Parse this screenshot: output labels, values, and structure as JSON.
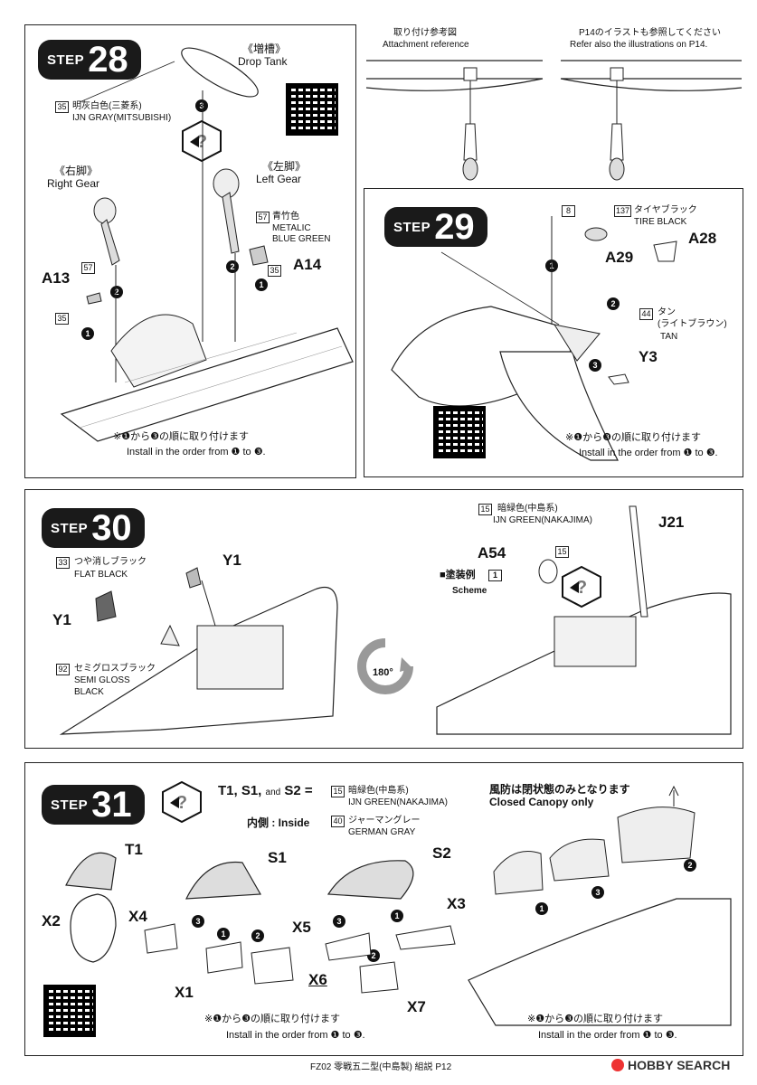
{
  "step28": {
    "label": "STEP",
    "number": "28",
    "drop_tank_jp": "《増槽》",
    "drop_tank_en": "Drop Tank",
    "paint35_num": "35",
    "paint35_jp": "明灰白色(三菱系)",
    "paint35_en": "IJN GRAY(MITSUBISHI)",
    "right_gear_jp": "《右脚》",
    "right_gear_en": "Right Gear",
    "left_gear_jp": "《左脚》",
    "left_gear_en": "Left Gear",
    "paint57_num": "57",
    "paint57_jp": "青竹色",
    "paint57_en1": "METALIC",
    "paint57_en2": "BLUE GREEN",
    "part_a13": "A13",
    "part_a14": "A14",
    "num57": "57",
    "num35": "35",
    "note_jp": "※❶から❸の順に取り付けます",
    "note_en": "Install in the order from ❶ to ❸."
  },
  "attach": {
    "title_jp": "取り付け参考図",
    "title_en": "Attachment reference",
    "ref_jp": "P14のイラストも参照してください",
    "ref_en": "Refer also the illustrations on P14."
  },
  "step29": {
    "label": "STEP",
    "number": "29",
    "num8": "8",
    "paint137_num": "137",
    "paint137_jp": "タイヤブラック",
    "paint137_en": "TIRE BLACK",
    "part_a29": "A29",
    "part_a28": "A28",
    "part_y3": "Y3",
    "paint44_num": "44",
    "paint44_jp1": "タン",
    "paint44_jp2": "(ライトブラウン)",
    "paint44_en": "TAN",
    "note_jp": "※❶から❸の順に取り付けます",
    "note_en": "Install in the order from ❶ to ❸."
  },
  "step30": {
    "label": "STEP",
    "number": "30",
    "paint33_num": "33",
    "paint33_jp": "つや消しブラック",
    "paint33_en": "FLAT BLACK",
    "part_y1a": "Y1",
    "part_y1b": "Y1",
    "paint92_num": "92",
    "paint92_jp": "セミグロスブラック",
    "paint92_en1": "SEMI GLOSS",
    "paint92_en2": "BLACK",
    "rotate": "180°",
    "paint15_num": "15",
    "paint15_jp": "暗緑色(中島系)",
    "paint15_en": "IJN GREEN(NAKAJIMA)",
    "part_j21": "J21",
    "part_a54": "A54",
    "num15": "15",
    "scheme_jp": "■塗装例",
    "scheme_num": "1",
    "scheme_en": "Scheme"
  },
  "step31": {
    "label": "STEP",
    "number": "31",
    "parts_line": "T1, S1,",
    "and": "and",
    "s2": "S2",
    "eq": "=",
    "paint15_num": "15",
    "paint15_jp": "暗緑色(中島系)",
    "paint15_en": "IJN GREEN(NAKAJIMA)",
    "inside_label": "内側 : Inside",
    "paint40_num": "40",
    "paint40_jp": "ジャーマングレー",
    "paint40_en": "GERMAN GRAY",
    "canopy_jp": "風防は閉状態のみとなります",
    "canopy_en": "Closed Canopy only",
    "part_t1": "T1",
    "part_x2": "X2",
    "part_s1": "S1",
    "part_x4": "X4",
    "part_x5": "X5",
    "part_x1": "X1",
    "part_s2": "S2",
    "part_x3": "X3",
    "part_x6": "X6",
    "part_x7": "X7",
    "note_jp": "※❶から❸の順に取り付けます",
    "note_en": "Install in the order from ❶ to ❸.",
    "note2_jp": "※❶から❸の順に取り付けます",
    "note2_en": "Install in the order from ❶ to ❸."
  },
  "footer": {
    "text": "FZ02 零戦五二型(中島製) 組説 P12",
    "brand": "HOBBY SEARCH"
  }
}
